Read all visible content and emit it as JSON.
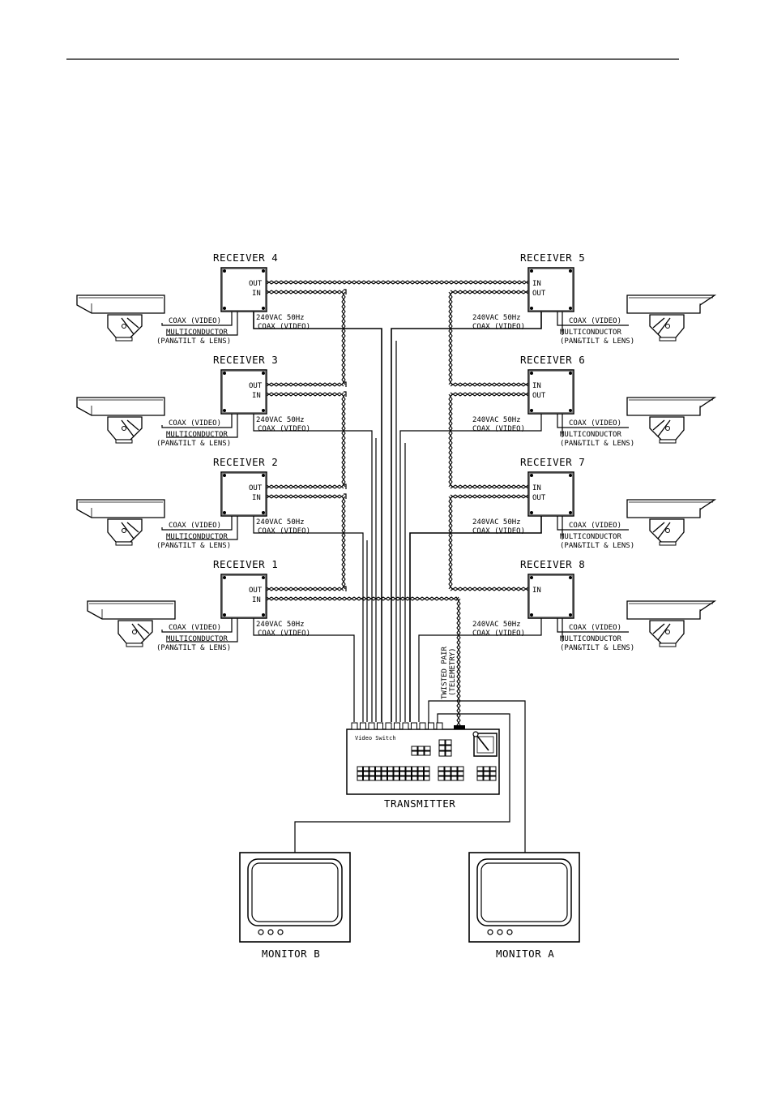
{
  "receivers": [
    {
      "label": "RECEIVER 1",
      "ports": [
        "OUT",
        "IN"
      ]
    },
    {
      "label": "RECEIVER 2",
      "ports": [
        "OUT",
        "IN"
      ]
    },
    {
      "label": "RECEIVER 3",
      "ports": [
        "OUT",
        "IN"
      ]
    },
    {
      "label": "RECEIVER 4",
      "ports": [
        "OUT",
        "IN"
      ]
    },
    {
      "label": "RECEIVER 5",
      "ports": [
        "IN",
        "OUT"
      ]
    },
    {
      "label": "RECEIVER 6",
      "ports": [
        "IN",
        "OUT"
      ]
    },
    {
      "label": "RECEIVER 7",
      "ports": [
        "IN",
        "OUT"
      ]
    },
    {
      "label": "RECEIVER 8",
      "ports": [
        "IN"
      ]
    }
  ],
  "labels": {
    "power": "240VAC 50Hz",
    "coax": "COAX (VIDEO)",
    "multi": "MULTICONDUCTOR",
    "pantilt": "(PAN&TILT & LENS)",
    "twisted_pair": "TWISTED PAIR",
    "telemetry": "(TELEMETRY)",
    "transmitter": "TRANSMITTER",
    "transmitter_brand": "Video Switch",
    "monitor_b": "MONITOR B",
    "monitor_a": "MONITOR A"
  }
}
